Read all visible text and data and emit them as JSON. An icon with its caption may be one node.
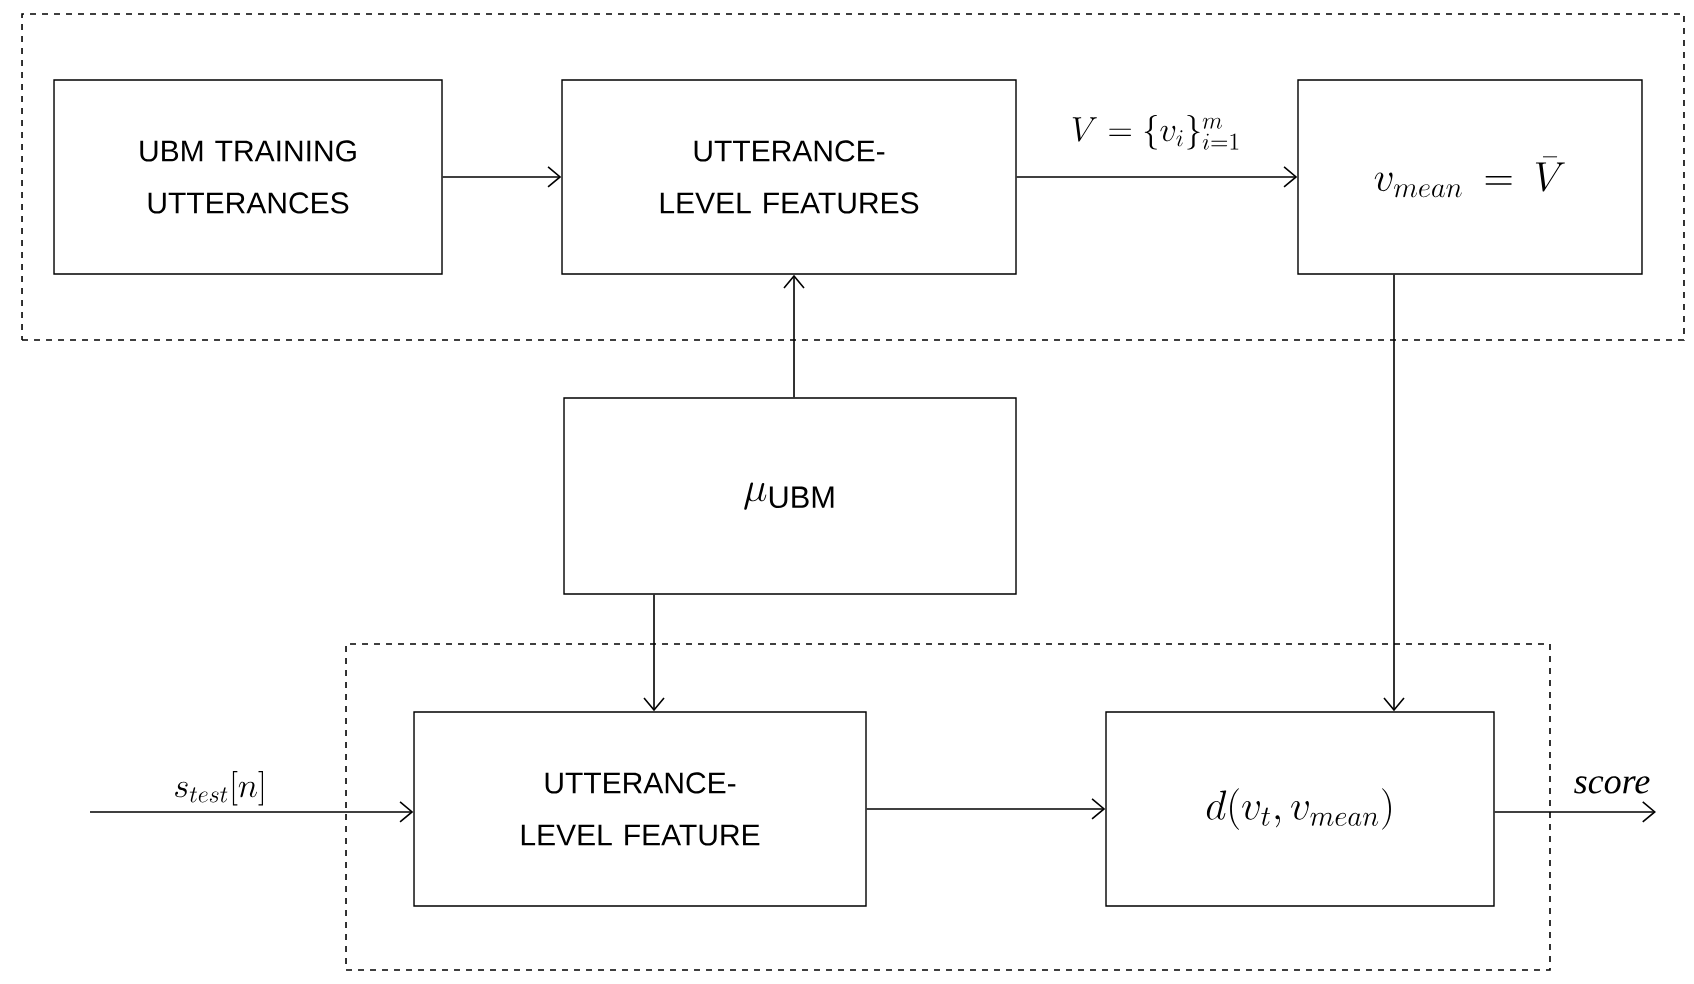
{
  "diagram": {
    "nodes": [
      {
        "text": [],
        "shape": "box"
      },
      {
        "text": [
          "UBM TRAINING UTTERANCES"
        ],
        "in": 0
      },
      {
        "text": [
          "UTTERANCE-LEVEL FEATURES"
        ],
        "in": 0
      },
      {
        "text": [
          "v_{mean} = \\bar{V}"
        ],
        "in": 0
      },
      {
        "text": [
          "\\mu_{\\mathrm{UBM}}"
        ]
      },
      {
        "text": [],
        "shape": "box"
      },
      {
        "text": [
          "UTTERANCE-LEVEL FEATURE"
        ],
        "in": 5
      },
      {
        "text": [
          "d(v_t, v_{mean})"
        ],
        "in": 5
      }
    ],
    "edges": [
      {
        "from": 1,
        "to": 2,
        "arrow": "to"
      },
      {
        "from": 2,
        "to": 3,
        "arrow": "to",
        "label": "V = \\{v_i\\}_{i=1}^{m}"
      },
      {
        "from": 4,
        "to": 2,
        "arrow": "to"
      },
      {
        "from": 4,
        "to": 6,
        "arrow": "to"
      },
      {
        "from": 3,
        "to": 7,
        "arrow": "to"
      },
      {
        "from": null,
        "to": 6,
        "arrow": "to",
        "label": "s_{test}[n]"
      },
      {
        "from": 6,
        "to": 7,
        "arrow": "to"
      },
      {
        "from": 7,
        "to": null,
        "arrow": "to",
        "label": "score"
      }
    ]
  }
}
